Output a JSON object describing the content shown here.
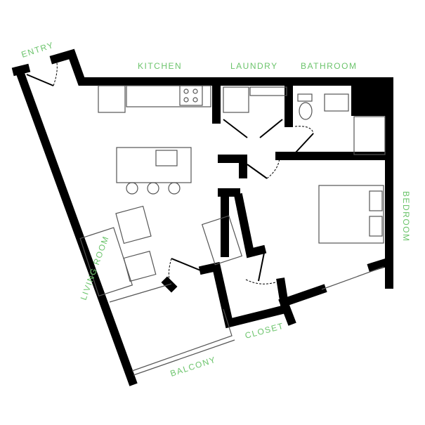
{
  "labels": {
    "entry": "ENTRY",
    "kitchen": "KITCHEN",
    "laundry": "LAUNDRY",
    "bathroom": "BATHROOM",
    "bedroom": "BEDROOM",
    "living_room": "LIVING ROOM",
    "closet": "CLOSET",
    "balcony": "BALCONY"
  },
  "colors": {
    "label": "#6cc46c",
    "wall": "#000000"
  }
}
